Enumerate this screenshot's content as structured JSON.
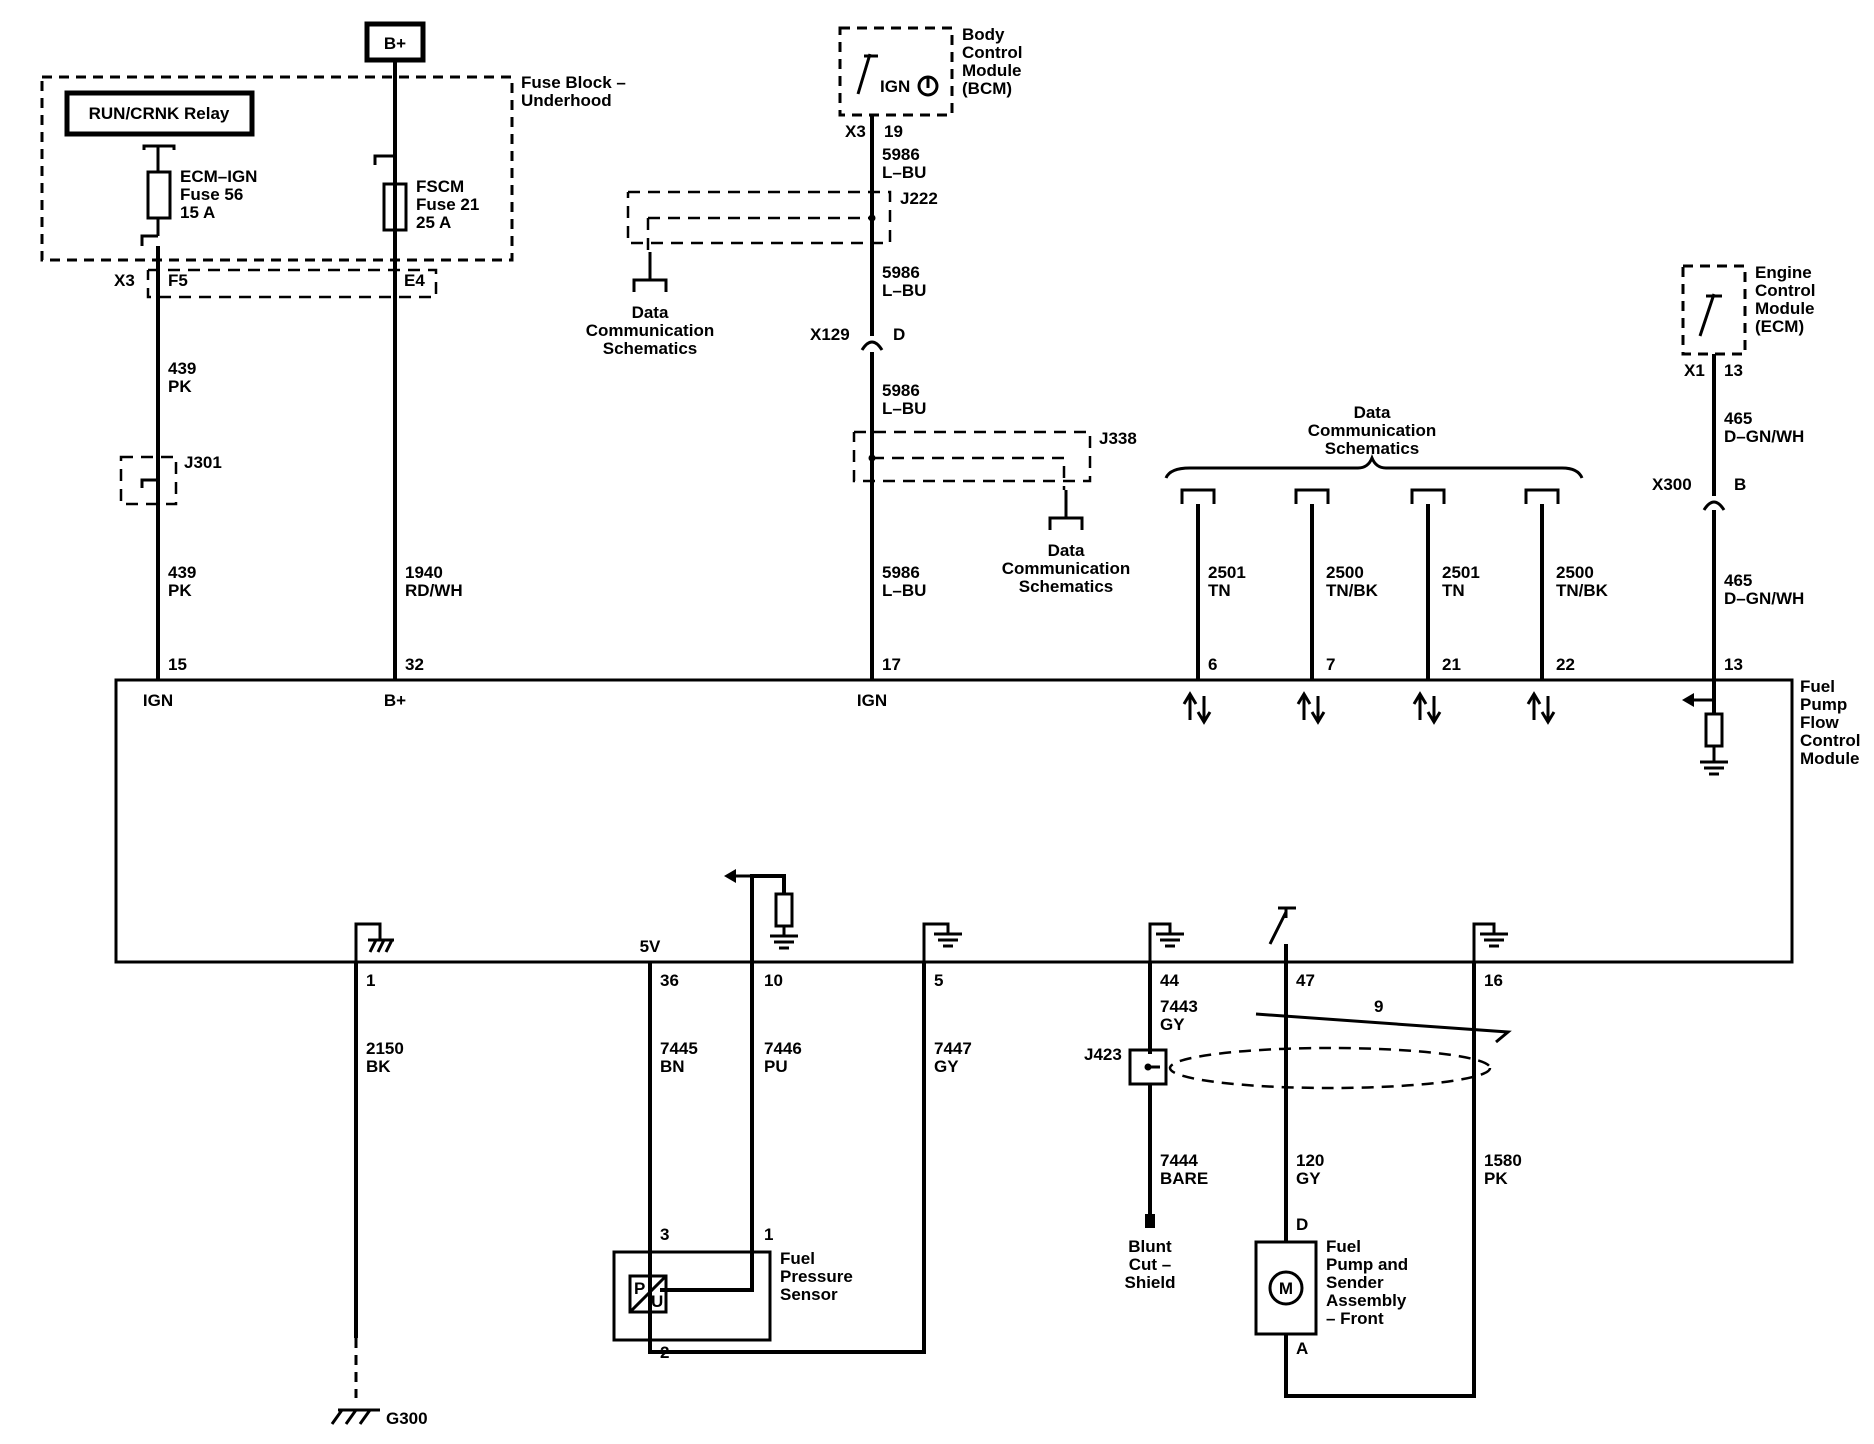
{
  "labels": {
    "bplus_top": "B+",
    "relay": "RUN/CRNK Relay",
    "fuse_block": [
      "Fuse Block –",
      "Underhood"
    ],
    "ecm_fuse": [
      "ECM–IGN",
      "Fuse 56",
      "15 A"
    ],
    "fscm_fuse": [
      "FSCM",
      "Fuse 21",
      "25 A"
    ],
    "x3_left": "X3",
    "f5": "F5",
    "e4": "E4",
    "w439a": [
      "439",
      "PK"
    ],
    "j301": "J301",
    "w439b": [
      "439",
      "PK"
    ],
    "w1940": [
      "1940",
      "RD/WH"
    ],
    "bcm": [
      "Body",
      "Control",
      "Module",
      "(BCM)"
    ],
    "ign_bcm": "IGN",
    "x3_bcm": "X3",
    "p19": "19",
    "w5986": [
      "5986",
      "L–BU"
    ],
    "j222": "J222",
    "dcs": [
      "Data",
      "Communication",
      "Schematics"
    ],
    "x129": "X129",
    "d129": "D",
    "j338": "J338",
    "ecm": [
      "Engine",
      "Control",
      "Module",
      "(ECM)"
    ],
    "x1": "X1",
    "p13top": "13",
    "w465": [
      "465",
      "D–GN/WH"
    ],
    "x300": "X300",
    "b300": "B",
    "w2501": [
      "2501",
      "TN"
    ],
    "w2500": [
      "2500",
      "TN/BK"
    ],
    "pins_top": [
      "15",
      "32",
      "17",
      "6",
      "7",
      "21",
      "22",
      "13"
    ],
    "ign1": "IGN",
    "bplus_mod": "B+",
    "ign2": "IGN",
    "fpfcm": [
      "Fuel",
      "Pump",
      "Flow",
      "Control",
      "Module"
    ],
    "v5": "5V",
    "pins_bot": [
      "1",
      "36",
      "10",
      "5",
      "44",
      "47",
      "16"
    ],
    "w2150": [
      "2150",
      "BK"
    ],
    "w7445": [
      "7445",
      "BN"
    ],
    "w7446": [
      "7446",
      "PU"
    ],
    "w7447": [
      "7447",
      "GY"
    ],
    "w7443": [
      "7443",
      "GY"
    ],
    "j423": "J423",
    "w7444": [
      "7444",
      "BARE"
    ],
    "w120": [
      "120",
      "GY"
    ],
    "w1580": [
      "1580",
      "PK"
    ],
    "twist": "9",
    "fps_pins": [
      "3",
      "1",
      "2"
    ],
    "fps_pu": [
      "P",
      "U"
    ],
    "fps": [
      "Fuel",
      "Pressure",
      "Sensor"
    ],
    "blunt": [
      "Blunt",
      "Cut –",
      "Shield"
    ],
    "pump_pins": [
      "D",
      "A"
    ],
    "motor": "M",
    "pump": [
      "Fuel",
      "Pump and",
      "Sender",
      "Assembly",
      "– Front"
    ],
    "g300": "G300"
  }
}
